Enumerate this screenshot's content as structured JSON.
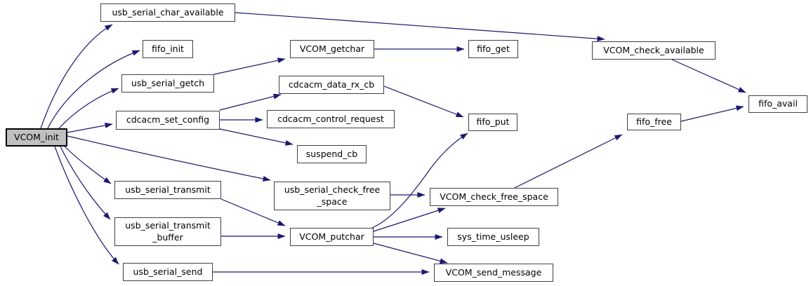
{
  "graph": {
    "type": "call-graph",
    "root": "VCOM_init",
    "colors": {
      "edge": "#191970",
      "node_border": "#404040",
      "node_fill": "#ffffff",
      "root_fill": "#c0c0c0",
      "background": "#ffffff"
    },
    "nodes": [
      {
        "id": "usb_serial_char_available",
        "label": "usb_serial_char_available"
      },
      {
        "id": "fifo_init",
        "label": "fifo_init"
      },
      {
        "id": "VCOM_getchar",
        "label": "VCOM_getchar"
      },
      {
        "id": "fifo_get",
        "label": "fifo_get"
      },
      {
        "id": "VCOM_check_available",
        "label": "VCOM_check_available"
      },
      {
        "id": "usb_serial_getch",
        "label": "usb_serial_getch"
      },
      {
        "id": "cdcacm_data_rx_cb",
        "label": "cdcacm_data_rx_cb"
      },
      {
        "id": "fifo_avail",
        "label": "fifo_avail"
      },
      {
        "id": "cdcacm_set_config",
        "label": "cdcacm_set_config"
      },
      {
        "id": "cdcacm_control_request",
        "label": "cdcacm_control_request"
      },
      {
        "id": "fifo_put",
        "label": "fifo_put"
      },
      {
        "id": "fifo_free",
        "label": "fifo_free"
      },
      {
        "id": "suspend_cb",
        "label": "suspend_cb"
      },
      {
        "id": "usb_serial_transmit",
        "label": "usb_serial_transmit"
      },
      {
        "id": "usb_serial_check_free_space",
        "label": "usb_serial_check_free\n_space"
      },
      {
        "id": "VCOM_check_free_space",
        "label": "VCOM_check_free_space"
      },
      {
        "id": "usb_serial_transmit_buffer",
        "label": "usb_serial_transmit\n_buffer"
      },
      {
        "id": "VCOM_putchar",
        "label": "VCOM_putchar"
      },
      {
        "id": "sys_time_usleep",
        "label": "sys_time_usleep"
      },
      {
        "id": "usb_serial_send",
        "label": "usb_serial_send"
      },
      {
        "id": "VCOM_send_message",
        "label": "VCOM_send_message"
      },
      {
        "id": "VCOM_init",
        "label": "VCOM_init"
      }
    ],
    "edges": [
      {
        "from": "VCOM_init",
        "to": "usb_serial_char_available"
      },
      {
        "from": "VCOM_init",
        "to": "fifo_init"
      },
      {
        "from": "VCOM_init",
        "to": "usb_serial_getch"
      },
      {
        "from": "VCOM_init",
        "to": "cdcacm_set_config"
      },
      {
        "from": "VCOM_init",
        "to": "usb_serial_check_free_space"
      },
      {
        "from": "VCOM_init",
        "to": "usb_serial_transmit"
      },
      {
        "from": "VCOM_init",
        "to": "usb_serial_transmit_buffer"
      },
      {
        "from": "VCOM_init",
        "to": "usb_serial_send"
      },
      {
        "from": "usb_serial_char_available",
        "to": "VCOM_check_available"
      },
      {
        "from": "VCOM_check_available",
        "to": "fifo_avail"
      },
      {
        "from": "usb_serial_getch",
        "to": "VCOM_getchar"
      },
      {
        "from": "VCOM_getchar",
        "to": "fifo_get"
      },
      {
        "from": "cdcacm_set_config",
        "to": "cdcacm_data_rx_cb"
      },
      {
        "from": "cdcacm_set_config",
        "to": "cdcacm_control_request"
      },
      {
        "from": "cdcacm_set_config",
        "to": "suspend_cb"
      },
      {
        "from": "cdcacm_data_rx_cb",
        "to": "fifo_put"
      },
      {
        "from": "usb_serial_check_free_space",
        "to": "VCOM_check_free_space"
      },
      {
        "from": "VCOM_check_free_space",
        "to": "fifo_free"
      },
      {
        "from": "fifo_free",
        "to": "fifo_avail"
      },
      {
        "from": "usb_serial_transmit",
        "to": "VCOM_putchar"
      },
      {
        "from": "usb_serial_transmit_buffer",
        "to": "VCOM_putchar"
      },
      {
        "from": "VCOM_putchar",
        "to": "VCOM_check_free_space"
      },
      {
        "from": "VCOM_putchar",
        "to": "fifo_put"
      },
      {
        "from": "VCOM_putchar",
        "to": "sys_time_usleep"
      },
      {
        "from": "VCOM_putchar",
        "to": "VCOM_send_message"
      },
      {
        "from": "usb_serial_send",
        "to": "VCOM_send_message"
      }
    ]
  }
}
